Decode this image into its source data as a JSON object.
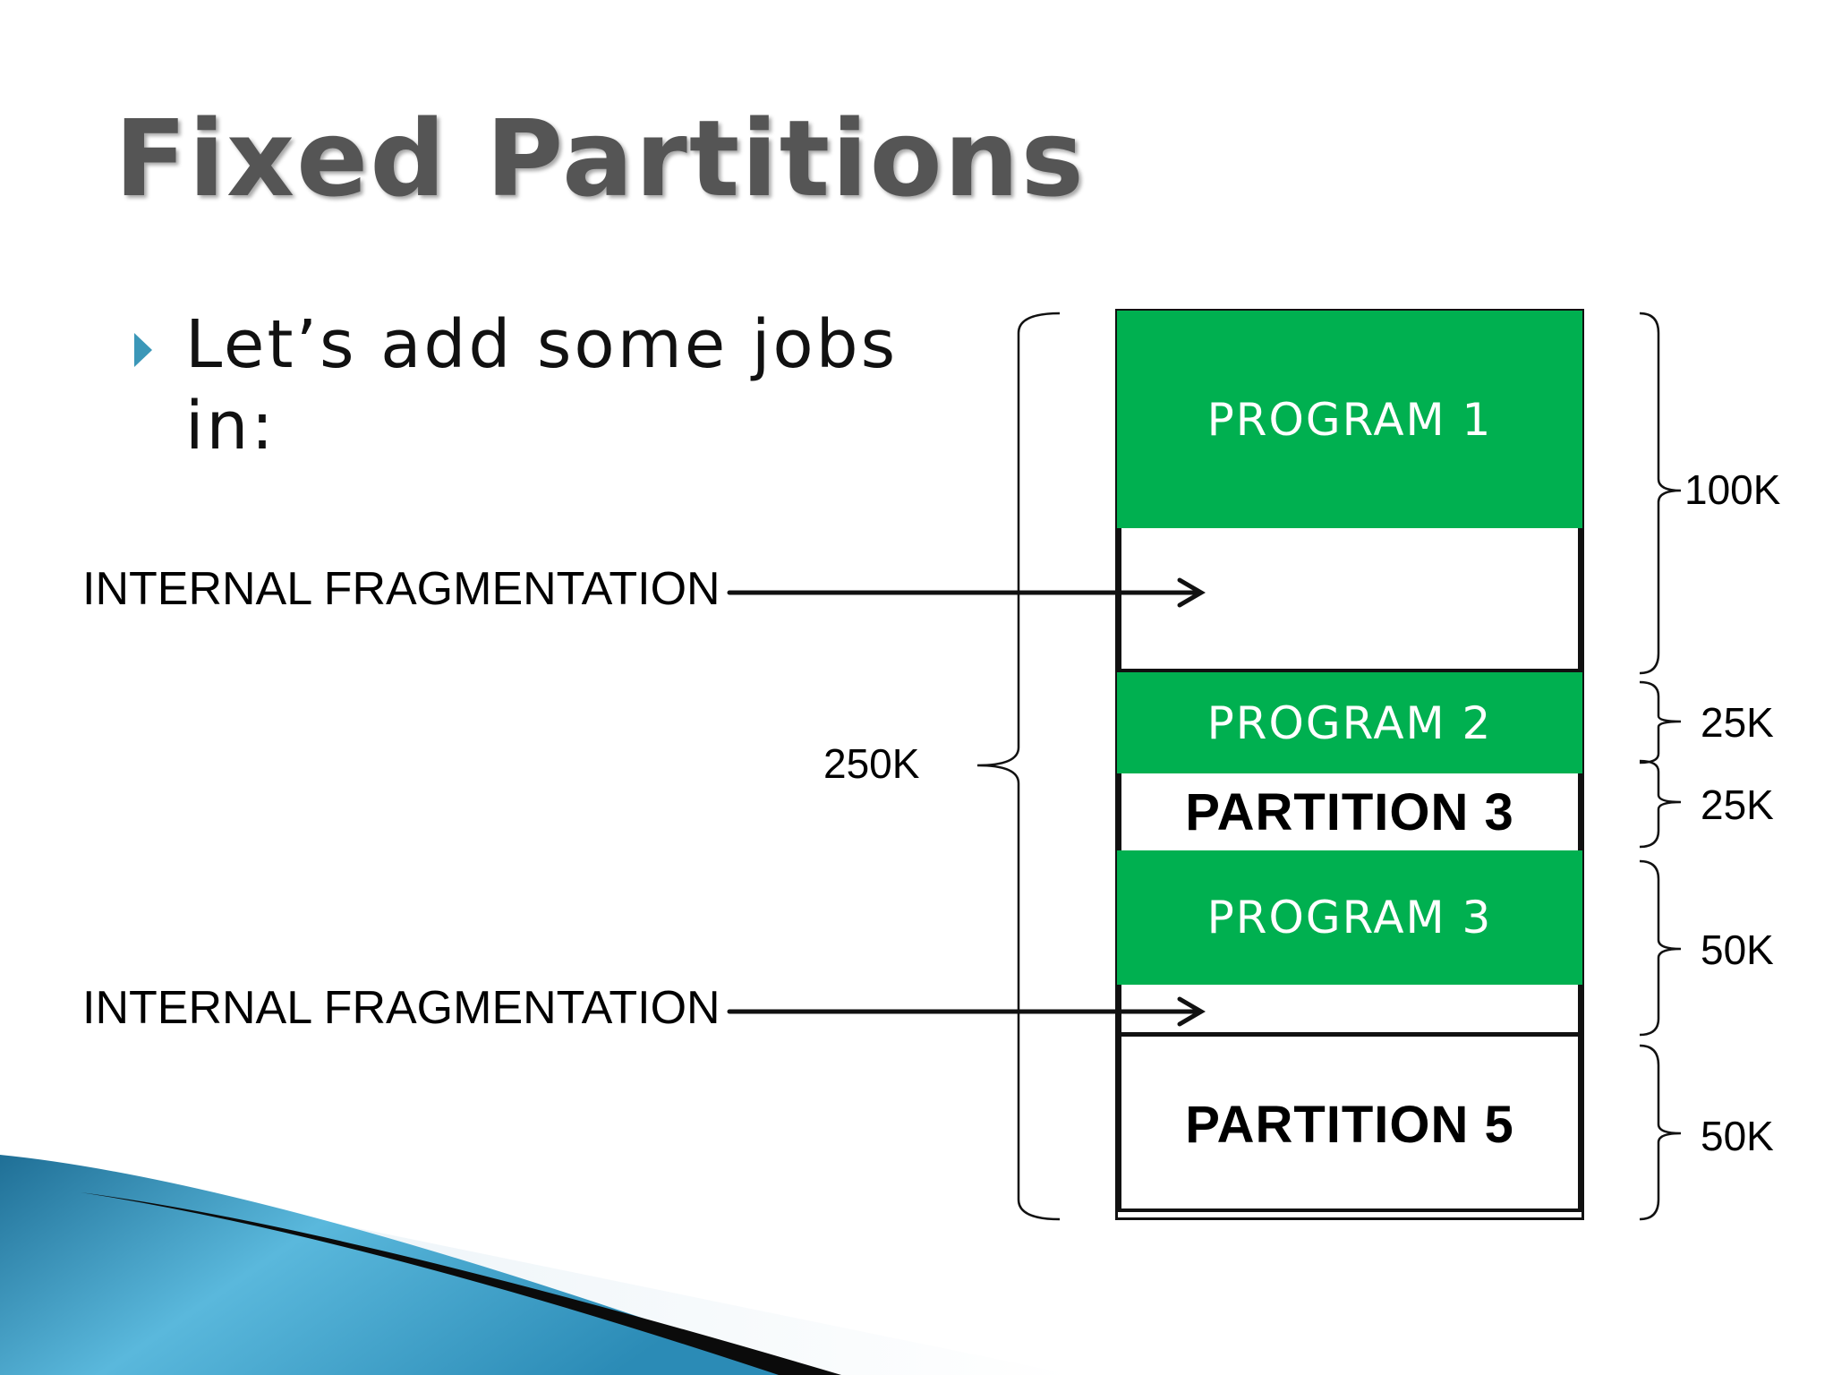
{
  "slide": {
    "title": "Fixed Partitions",
    "bullet": "Let’s add some jobs in:"
  },
  "colors": {
    "program_fill": "#00b050",
    "bullet_marker": "#3b97b8",
    "title_text": "#555555"
  },
  "memory": {
    "total_label": "250K",
    "blocks": [
      {
        "kind": "program",
        "label": "PROGRAM 1"
      },
      {
        "kind": "free",
        "label": ""
      },
      {
        "kind": "program",
        "label": "PROGRAM 2"
      },
      {
        "kind": "partition",
        "label": "PARTITION 3"
      },
      {
        "kind": "program",
        "label": "PROGRAM 3"
      },
      {
        "kind": "free",
        "label": ""
      },
      {
        "kind": "partition",
        "label": "PARTITION 5"
      }
    ],
    "size_labels": [
      "100K",
      "25K",
      "25K",
      "50K",
      "50K"
    ]
  },
  "annotations": [
    {
      "label": "INTERNAL FRAGMENTATION"
    },
    {
      "label": "INTERNAL FRAGMENTATION"
    }
  ]
}
